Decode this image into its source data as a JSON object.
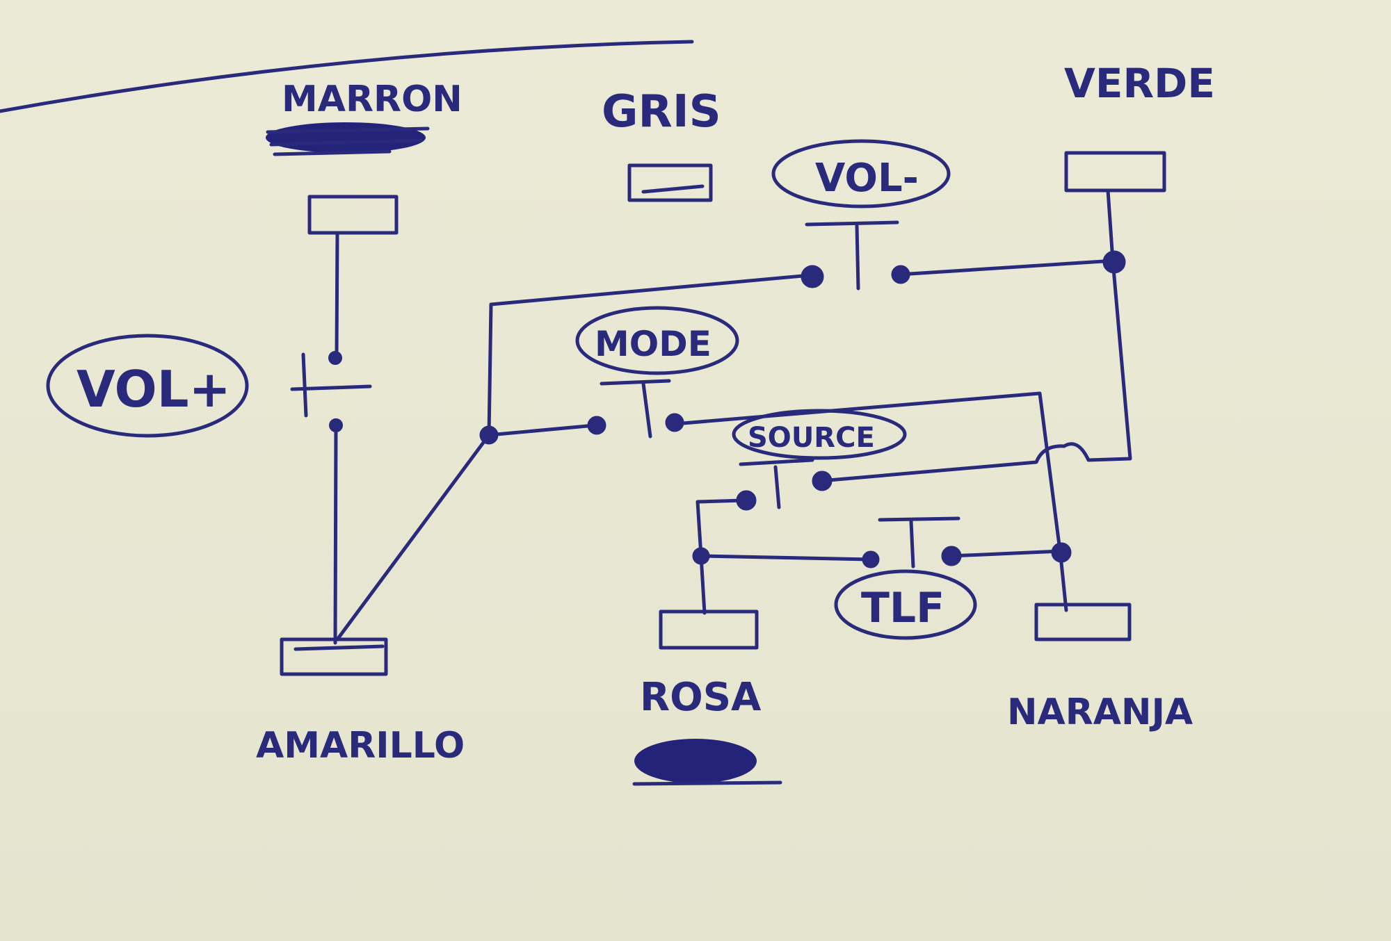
{
  "diagram": {
    "wire_colors": [
      "MARRON",
      "GRIS",
      "VERDE",
      "AMARILLO",
      "ROSA",
      "NARANJA"
    ],
    "buttons": [
      "VOL+",
      "VOL-",
      "MODE",
      "SOURCE",
      "TLF"
    ]
  },
  "colors": {
    "paper": "#e9e8d3",
    "ink": "#2a2a7c"
  }
}
